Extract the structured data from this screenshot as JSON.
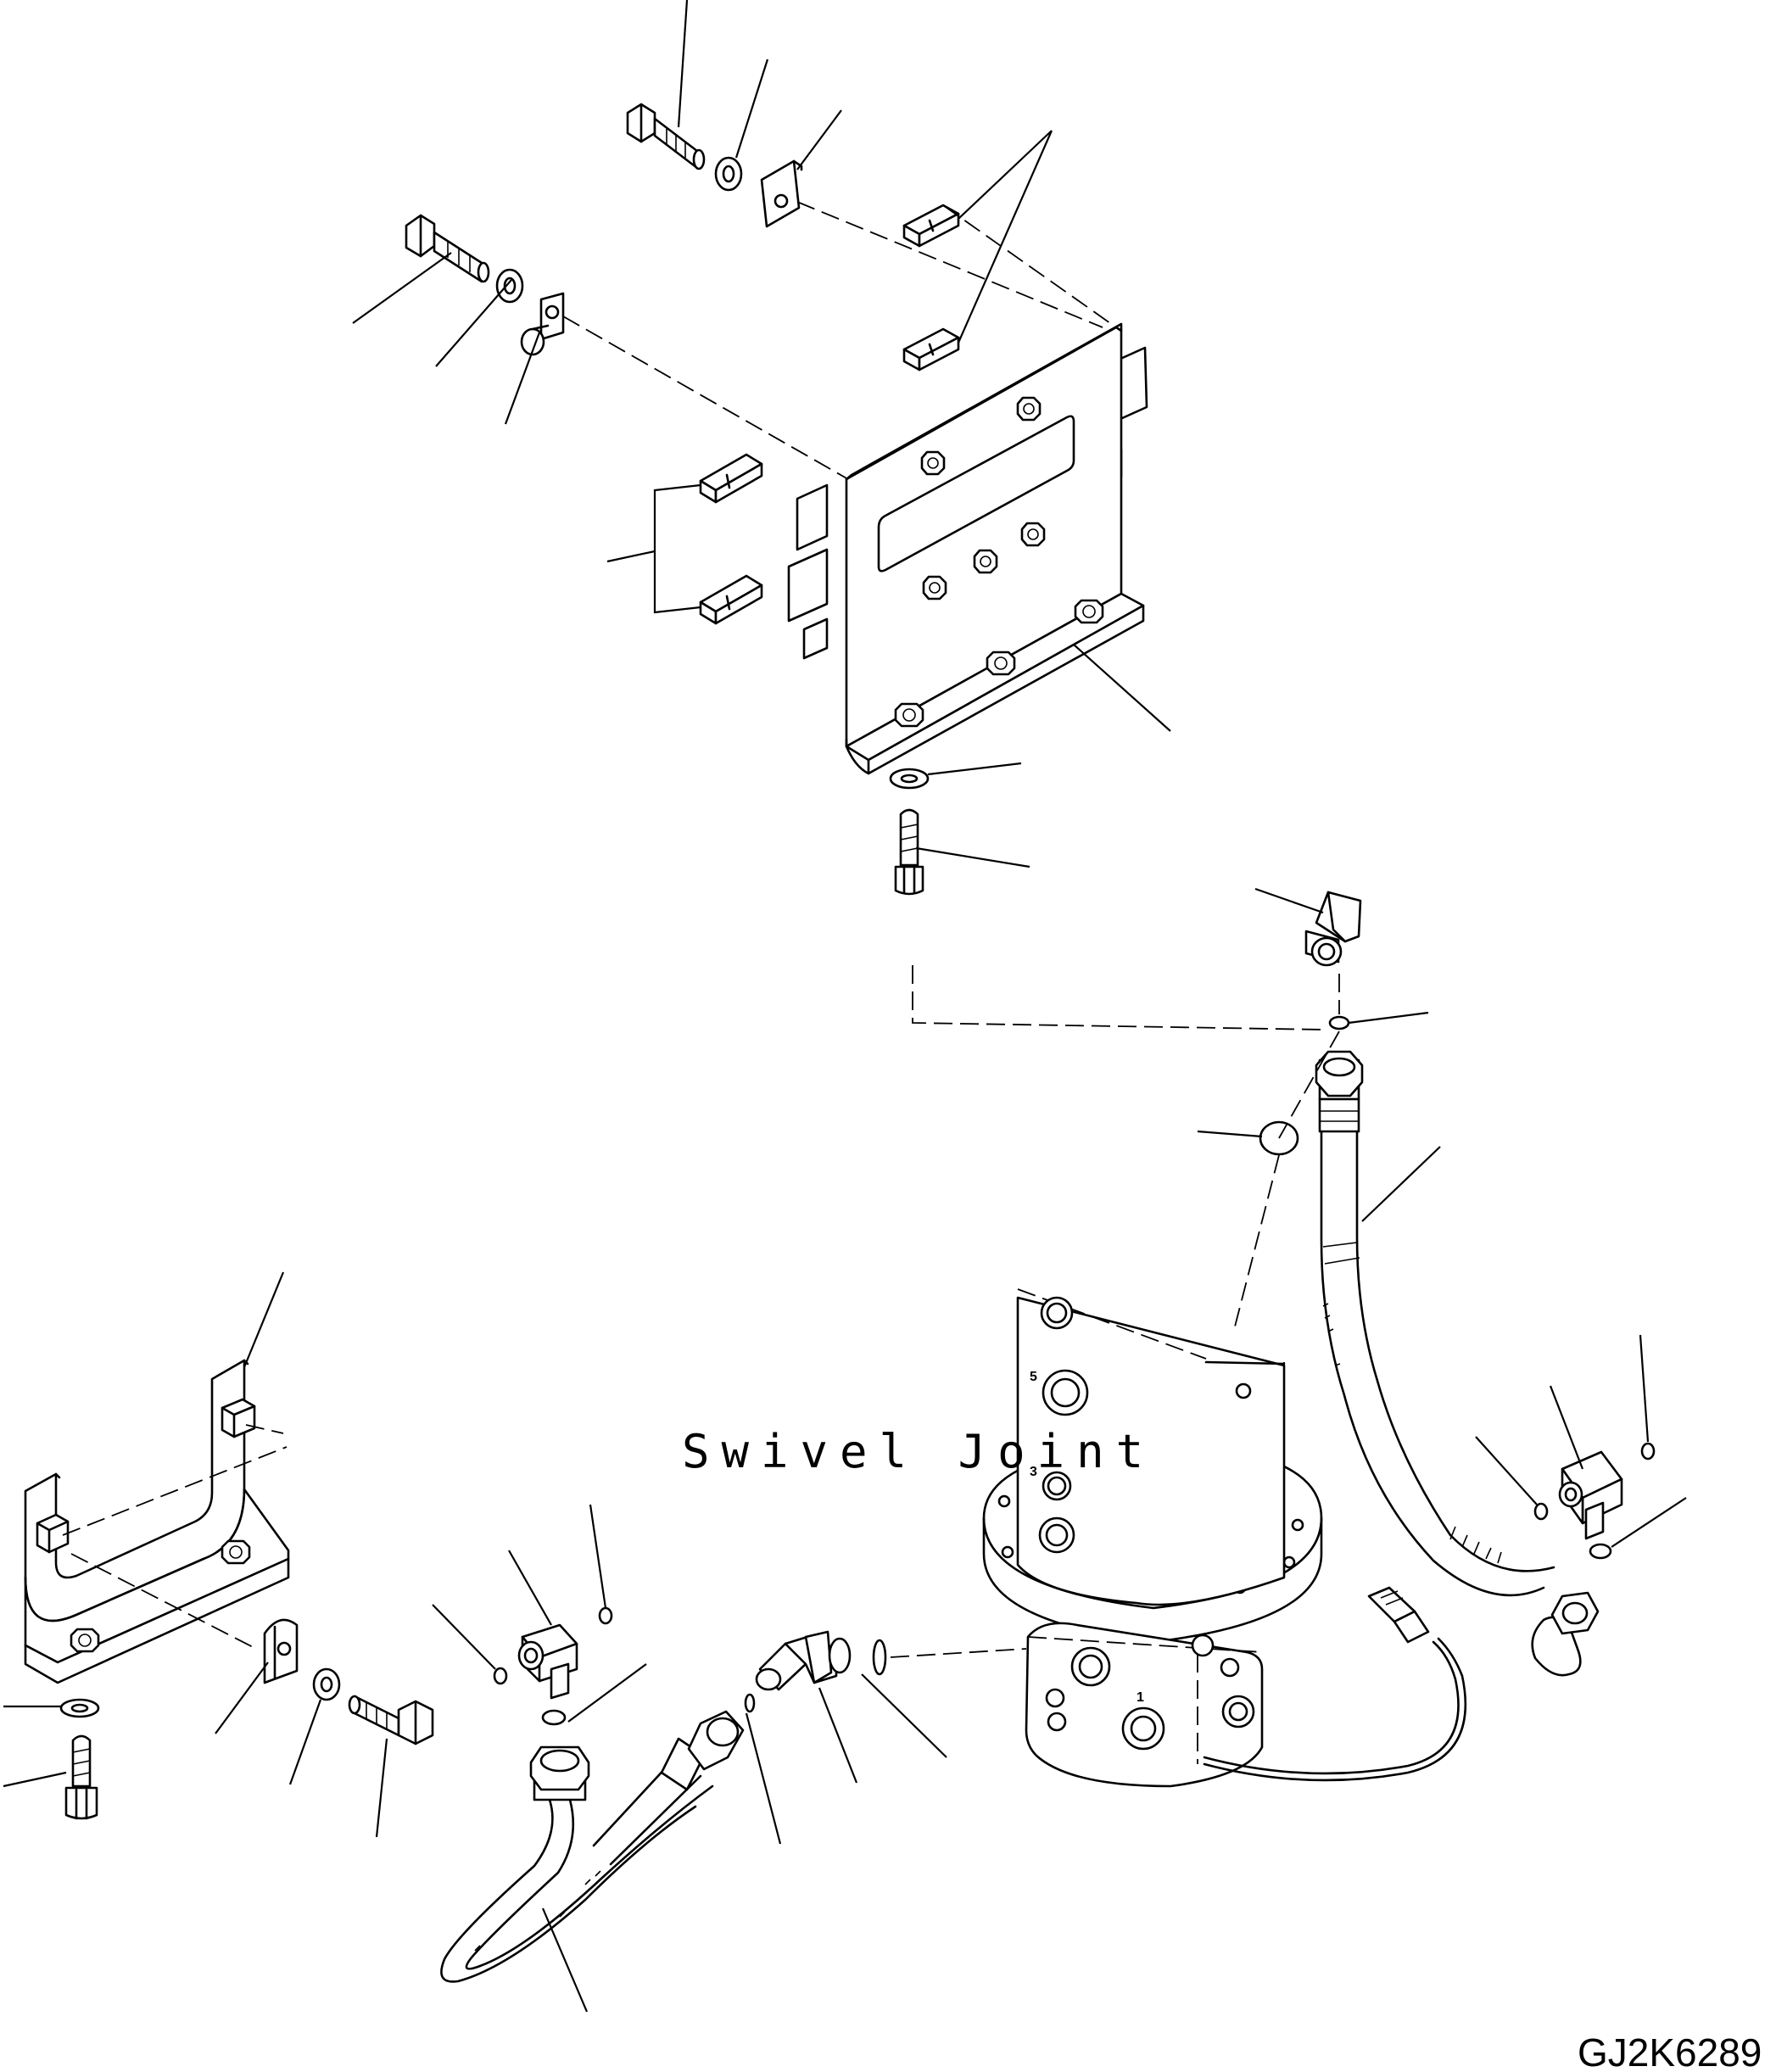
{
  "diagram": {
    "label": "Swivel Joint",
    "drawing_code": "GJ2K6289",
    "port_numbers": [
      "1",
      "3",
      "5"
    ]
  }
}
